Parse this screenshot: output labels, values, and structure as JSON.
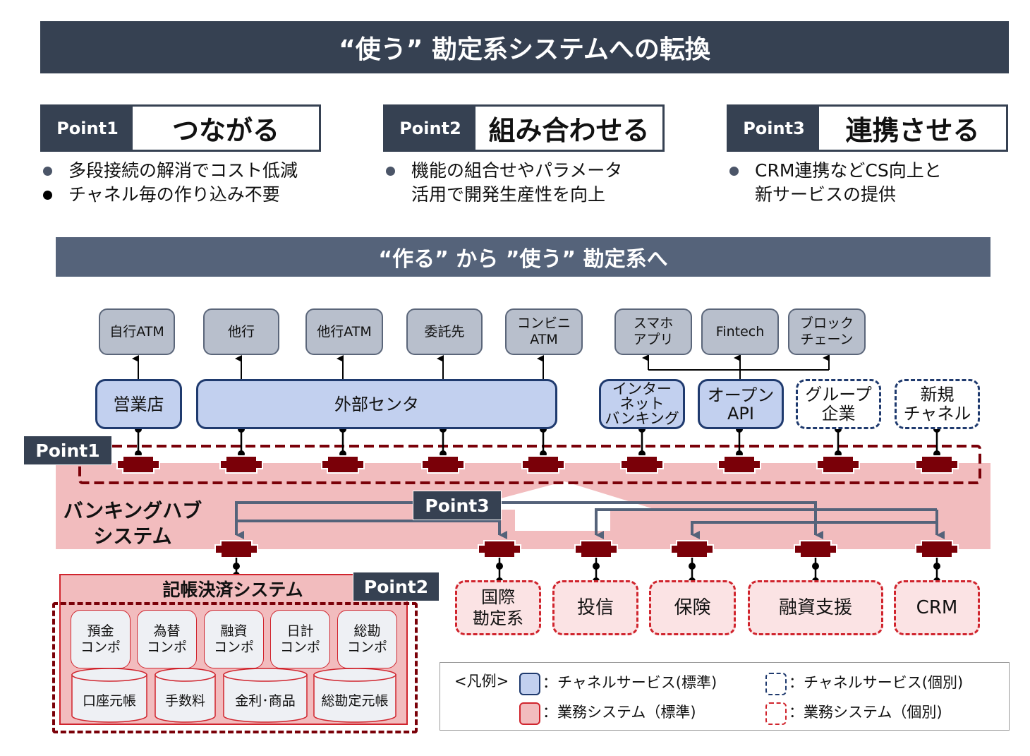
{
  "title": "“使う” 勘定系システムへの転換",
  "points": [
    {
      "tag": "Point1",
      "title": "つながる",
      "bullets": [
        "多段接続の解消でコスト低減",
        "チャネル毎の作り込み不要"
      ]
    },
    {
      "tag": "Point2",
      "title": "組み合わせる",
      "bullets": [
        "機能の組合せやパラメータ",
        "活用で開発生産性を向上"
      ]
    },
    {
      "tag": "Point3",
      "title": "連携させる",
      "bullets": [
        "CRM連携などCS向上と",
        "新サービスの提供"
      ]
    }
  ],
  "subtitle": "“作る” から ”使う” 勘定系へ",
  "external": [
    {
      "line1": "自行ATM",
      "line2": ""
    },
    {
      "line1": "他行",
      "line2": ""
    },
    {
      "line1": "他行ATM",
      "line2": ""
    },
    {
      "line1": "委託先",
      "line2": ""
    },
    {
      "line1": "コンビニ",
      "line2": "ATM"
    },
    {
      "line1": "スマホ",
      "line2": "アプリ"
    },
    {
      "line1": "Fintech",
      "line2": ""
    },
    {
      "line1": "ブロック",
      "line2": "チェーン"
    }
  ],
  "channels": [
    {
      "line1": "営業店",
      "line2": "",
      "line3": "",
      "type": "standard"
    },
    {
      "line1": "外部センタ",
      "line2": "",
      "line3": "",
      "type": "standard"
    },
    {
      "line1": "インター",
      "line2": "ネット",
      "line3": "バンキング",
      "type": "standard"
    },
    {
      "line1": "オープン",
      "line2": "API",
      "line3": "",
      "type": "standard"
    },
    {
      "line1": "グループ",
      "line2": "企業",
      "line3": "",
      "type": "custom"
    },
    {
      "line1": "新規",
      "line2": "チャネル",
      "line3": "",
      "type": "custom"
    }
  ],
  "hub": {
    "label_line1": "バンキングハブ",
    "label_line2": "システム",
    "point1_tag": "Point1",
    "point3_tag": "Point3"
  },
  "ledger": {
    "title": "記帳決済システム",
    "point2_tag": "Point2",
    "components": [
      {
        "line1": "預金",
        "line2": "コンポ"
      },
      {
        "line1": "為替",
        "line2": "コンポ"
      },
      {
        "line1": "融資",
        "line2": "コンポ"
      },
      {
        "line1": "日計",
        "line2": "コンポ"
      },
      {
        "line1": "総勘",
        "line2": "コンポ"
      }
    ],
    "databases": [
      "口座元帳",
      "手数料",
      "金利･商品",
      "総勘定元帳"
    ]
  },
  "business_systems": [
    {
      "line1": "国際",
      "line2": "勘定系"
    },
    {
      "line1": "投信",
      "line2": ""
    },
    {
      "line1": "保険",
      "line2": ""
    },
    {
      "line1": "融資支援",
      "line2": ""
    },
    {
      "line1": "CRM",
      "line2": ""
    }
  ],
  "legend": {
    "title": "<凡例>",
    "channel_standard": "：チャネルサービス(標準)",
    "channel_custom": "：チャネルサービス(個別)",
    "business_standard": "：業務システム（標準)",
    "business_custom": "：業務システム（個別)"
  },
  "colors": {
    "banner": "#364152",
    "subbanner": "#55637a",
    "hub_pink": "#f2bcbe",
    "connector": "#7a0008",
    "channel_blue": "#c2d0ef",
    "channel_border": "#1f3a6e",
    "business_red": "#d0242d",
    "external_gray": "#b8bfcc"
  }
}
